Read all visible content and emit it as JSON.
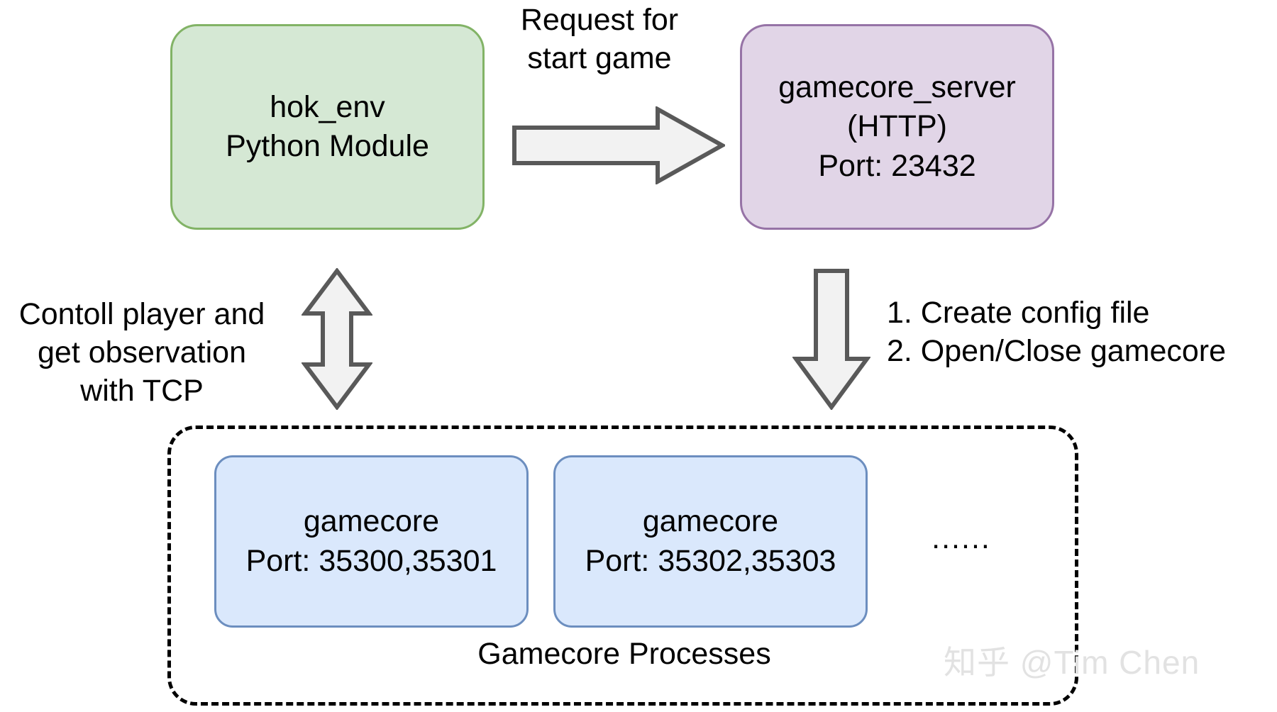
{
  "diagram": {
    "title": "hok_env gamecore architecture",
    "background": "#ffffff",
    "nodes": {
      "hok_env": {
        "label": "hok_env\nPython Module",
        "fill": "#d5e8d4",
        "stroke": "#82b366"
      },
      "gamecore_server": {
        "label": "gamecore_server\n(HTTP)\nPort: 23432",
        "fill": "#e1d5e7",
        "stroke": "#9673a6"
      },
      "gamecore_processes": [
        {
          "label": "gamecore\nPort: 35300,35301",
          "fill": "#dae8fc",
          "stroke": "#6c8ebf"
        },
        {
          "label": "gamecore\nPort: 35302,35303",
          "fill": "#dae8fc",
          "stroke": "#6c8ebf"
        }
      ],
      "ellipsis": "......"
    },
    "container": {
      "caption": "Gamecore Processes",
      "stroke": "#000000",
      "style": "dashed"
    },
    "edges": {
      "request": {
        "label": "Request for\nstart game",
        "direction": "right",
        "fill": "#f2f2f2",
        "stroke": "#595959"
      },
      "tcp": {
        "label": "Contoll player and\nget observation\nwith TCP",
        "direction": "up-down",
        "fill": "#f2f2f2",
        "stroke": "#595959"
      },
      "config": {
        "label": "1. Create config file\n2. Open/Close gamecore",
        "direction": "down",
        "fill": "#f2f2f2",
        "stroke": "#595959"
      }
    },
    "watermark": {
      "text": "知乎 @Tim Chen",
      "color": "#e2e2e2"
    }
  }
}
